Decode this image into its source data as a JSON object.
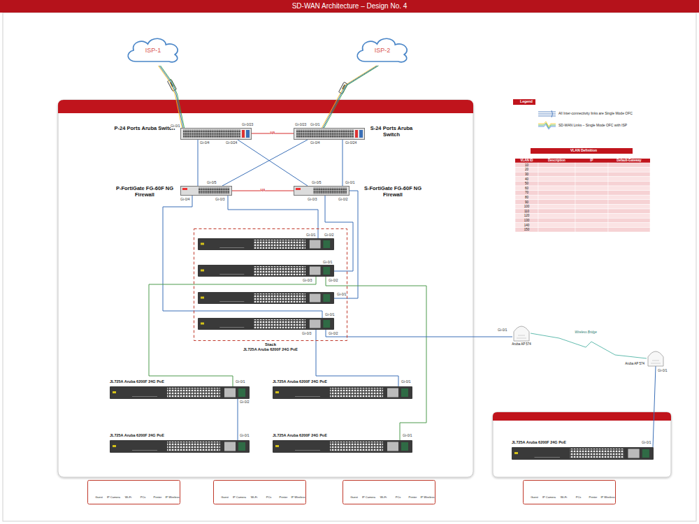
{
  "diagram": {
    "title": "SD-WAN Architecture – Design No. 4",
    "nodes": [
      {
        "text": [
          "ISP-1"
        ]
      },
      {
        "text": [
          "ISP-2"
        ]
      },
      {
        "text": [
          "P-24 Ports Aruba Switch",
          "Gi-0/1",
          "Gi-0/23",
          "Gi-0/4",
          "Gi-0/24"
        ]
      },
      {
        "text": [
          "S-24 Ports Aruba Switch",
          "Gi-0/23",
          "Gi-0/1",
          "Gi-0/4",
          "Gi-0/24"
        ]
      },
      {
        "text": [
          "P-FortiGate FG-60F NG Firewall",
          "Gi-0/5",
          "Gi-0/4",
          "Gi-0/3"
        ]
      },
      {
        "text": [
          "S-FortiGate FG-60F NG Firewall",
          "Gi-0/5",
          "Gi-0/1",
          "Gi-0/3",
          "Gi-0/2"
        ]
      },
      {
        "text": [
          "Stack",
          "JL725A Aruba 6200F 24G PoE"
        ]
      },
      {
        "text": [
          "Gi-0/1",
          "Gi-0/2"
        ],
        "in": 6
      },
      {
        "text": [
          "Gi-0/1",
          "Gi-0/3",
          "Gi-0/2"
        ],
        "in": 6
      },
      {
        "text": [
          "Gi-0/1"
        ],
        "in": 6
      },
      {
        "text": [
          "Gi-0/1",
          "Gi-0/3",
          "Gi-0/2"
        ],
        "in": 6
      },
      {
        "text": [
          "JL725A Aruba 6200F 24G PoE",
          "Gi-0/1",
          "Gi-0/2"
        ]
      },
      {
        "text": [
          "JL725A Aruba 6200F 24G PoE",
          "Gi-0/1"
        ]
      },
      {
        "text": [
          "JL725A Aruba 6200F 24G PoE",
          "Gi-0/1"
        ]
      },
      {
        "text": [
          "JL725A Aruba 6200F 24G PoE",
          "Gi-0/1"
        ]
      },
      {
        "text": [
          "Aruba AP 574",
          "Gi-0/1"
        ]
      },
      {
        "text": [
          "Aruba AP 574",
          "Gi-0/1"
        ]
      },
      {
        "text": [
          "JL725A Aruba 6200F 24G PoE",
          "Gi-0/1"
        ]
      },
      {
        "text": [
          "Legend"
        ]
      },
      {
        "text": [
          "VLAN Definition"
        ]
      },
      {
        "text": [
          "Guest",
          "IP Camera",
          "Wi-Fi",
          "PCs",
          "Printer",
          "IP Wireless"
        ]
      },
      {
        "text": [
          "Guest",
          "IP Camera",
          "Wi-Fi",
          "PCs",
          "Printer",
          "IP Wireless"
        ]
      },
      {
        "text": [
          "Guest",
          "IP Camera",
          "Wi-Fi",
          "PCs",
          "Printer",
          "IP Wireless"
        ]
      },
      {
        "text": [
          "Guest",
          "IP Camera",
          "Wi-Fi",
          "PCs",
          "Printer",
          "IP Wireless"
        ]
      }
    ],
    "edges": [
      {
        "from": 0,
        "to": 2,
        "arrow": "none"
      },
      {
        "from": 1,
        "to": 3,
        "arrow": "none"
      },
      {
        "from": 2,
        "to": 3,
        "arrow": "none",
        "label": "HA"
      },
      {
        "from": 2,
        "to": 4,
        "arrow": "none"
      },
      {
        "from": 2,
        "to": 5,
        "arrow": "none"
      },
      {
        "from": 3,
        "to": 4,
        "arrow": "none"
      },
      {
        "from": 3,
        "to": 5,
        "arrow": "none"
      },
      {
        "from": 4,
        "to": 5,
        "arrow": "none",
        "label": "HA"
      },
      {
        "from": 4,
        "to": 7,
        "arrow": "none"
      },
      {
        "from": 4,
        "to": 10,
        "arrow": "none"
      },
      {
        "from": 5,
        "to": 8,
        "arrow": "none"
      },
      {
        "from": 5,
        "to": 9,
        "arrow": "none"
      },
      {
        "from": 8,
        "to": 11,
        "arrow": "none"
      },
      {
        "from": 8,
        "to": 14,
        "arrow": "none"
      },
      {
        "from": 10,
        "to": 12,
        "arrow": "none"
      },
      {
        "from": 10,
        "to": 15,
        "arrow": "none"
      },
      {
        "from": 11,
        "to": 13,
        "arrow": "none"
      },
      {
        "from": 15,
        "to": 16,
        "arrow": "none",
        "label": "Wireless Bridge"
      },
      {
        "from": 16,
        "to": 17,
        "arrow": "none"
      }
    ],
    "labels": [
      "VLAN ID",
      "Description",
      "IP",
      "Default-Gateway",
      "10",
      "20",
      "30",
      "40",
      "50",
      "60",
      "70",
      "80",
      "90",
      "100",
      "110",
      "120",
      "130",
      "140",
      "150"
    ],
    "legend": [
      {
        "text": "All Inter-connectivity links are Single Mode OFC"
      },
      {
        "text": "SD-WAN Links – Single Mode OFC with ISP"
      }
    ]
  }
}
